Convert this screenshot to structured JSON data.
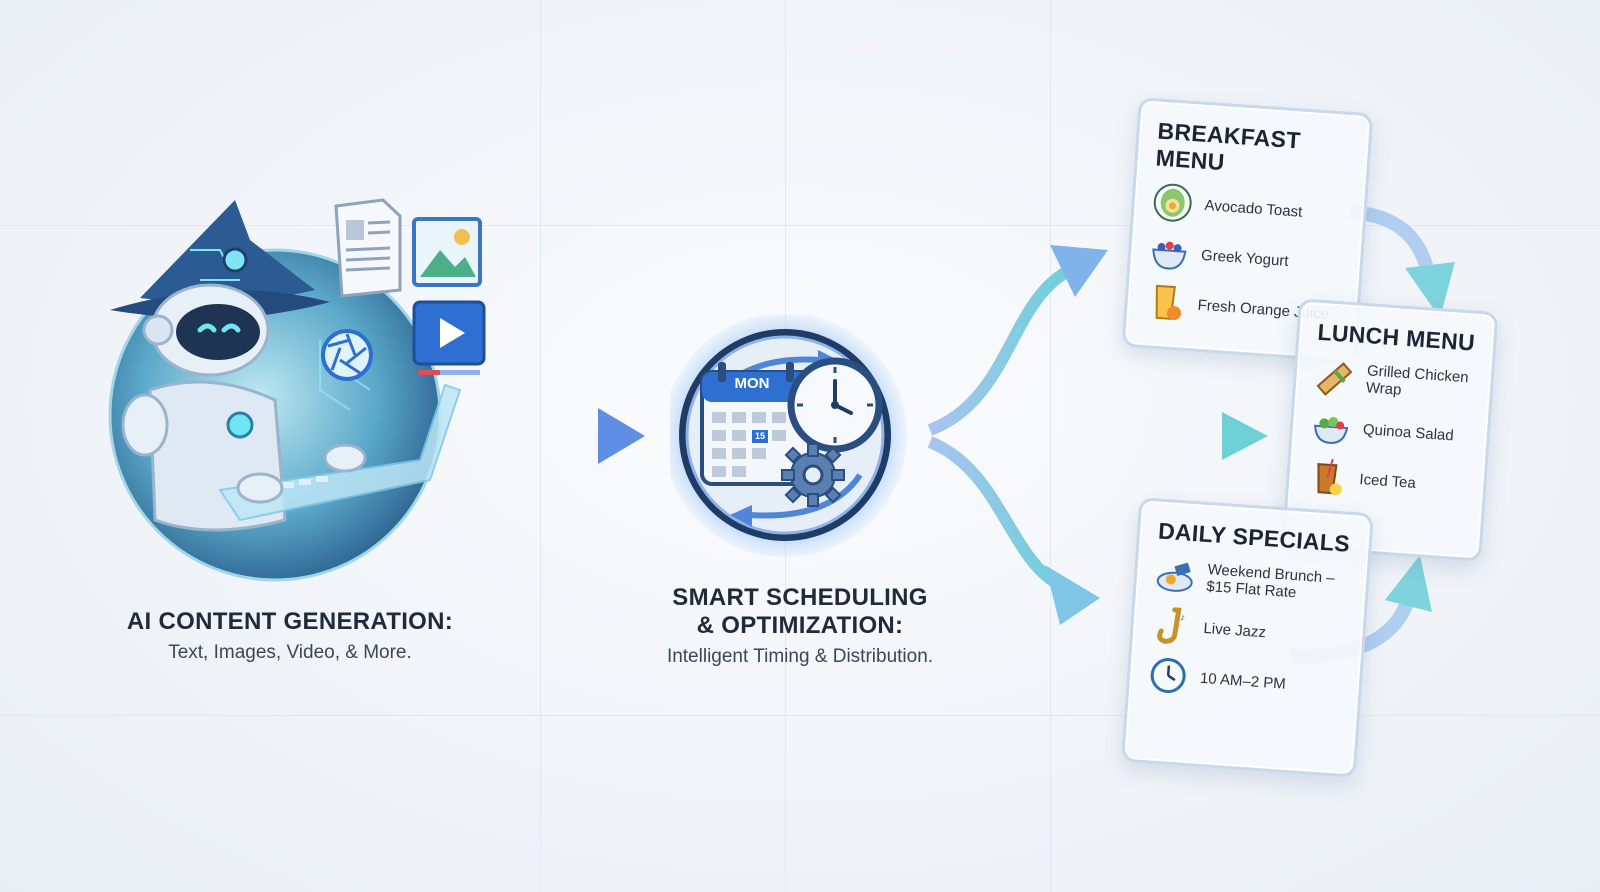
{
  "ai": {
    "title": "AI CONTENT GENERATION:",
    "subtitle": "Text, Images, Video, & More."
  },
  "scheduling": {
    "title_line1": "SMART SCHEDULING",
    "title_line2": "& OPTIMIZATION:",
    "subtitle": "Intelligent Timing & Distribution.",
    "calendar_day": "MON",
    "calendar_date": "15"
  },
  "breakfast": {
    "title": "BREAKFAST MENU",
    "items": [
      "Avocado Toast",
      "Greek Yogurt",
      "Fresh Orange Juice"
    ]
  },
  "lunch": {
    "title": "LUNCH MENU",
    "items": [
      "Grilled Chicken Wrap",
      "Quinoa Salad",
      "Iced Tea"
    ]
  },
  "specials": {
    "title": "DAILY SPECIALS",
    "items": [
      "Weekend Brunch – $15 Flat Rate",
      "Live Jazz",
      "10 AM–2 PM"
    ]
  },
  "icons": {
    "wizard_robot": "wizard-robot-icon",
    "document": "document-icon",
    "image": "image-icon",
    "video": "video-play-icon",
    "camera": "camera-aperture-icon",
    "calendar": "calendar-icon",
    "clock": "clock-icon",
    "gear": "gear-icon"
  },
  "colors": {
    "arrow_blue": "#7fa6ea",
    "arrow_teal": "#7fd3dc",
    "accent_blue": "#2f6fd1",
    "text_dark": "#1f2a3a"
  }
}
